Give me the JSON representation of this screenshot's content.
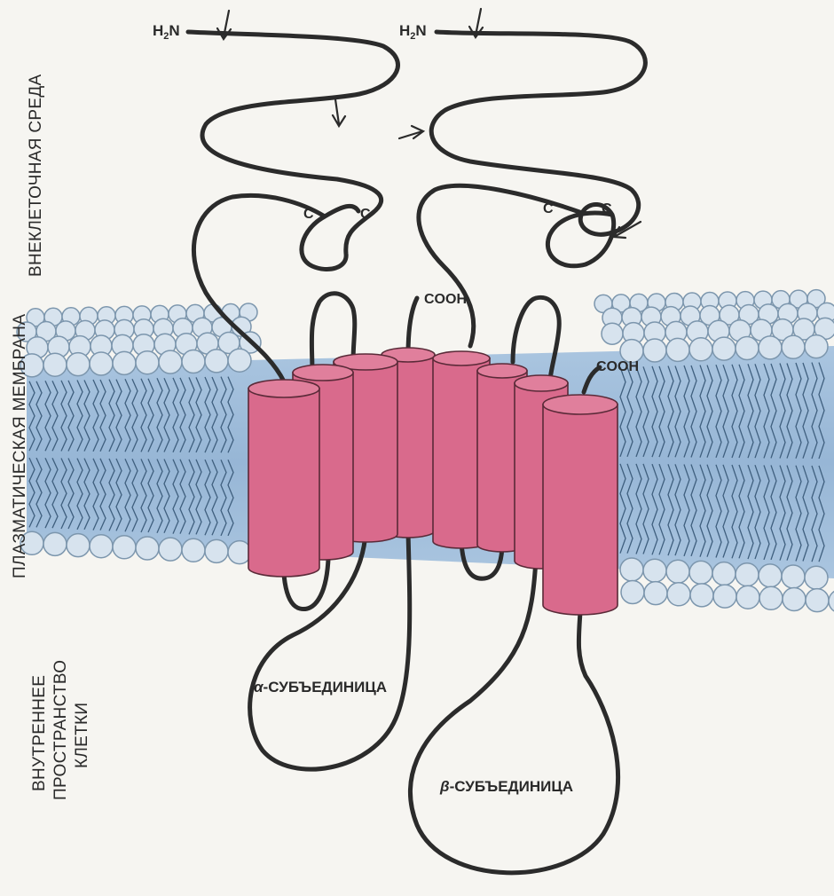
{
  "labels": {
    "extracellular": "ВНЕКЛЕТОЧНАЯ СРЕДА",
    "membrane": "ПЛАЗМАТИЧЕСКАЯ МЕМБРАНА",
    "intracellular_line1": "ВНУТРЕННЕЕ",
    "intracellular_line2": "ПРОСТРАНСТВО",
    "intracellular_line3": "КЛЕТКИ",
    "n_term": "H",
    "n_sub": "2",
    "n_suffix": "N",
    "cooh": "COOH",
    "cys": "C",
    "alpha_symbol": "α",
    "alpha_text": "-СУБЪЕДИНИЦА",
    "beta_symbol": "β",
    "beta_text": "-СУБЪЕДИНИЦА"
  },
  "colors": {
    "helix": "#d96a8c",
    "membrane_band": "#8fb3d6",
    "lipid_head": "#d7e3ee",
    "chain": "#2b2b2b"
  }
}
